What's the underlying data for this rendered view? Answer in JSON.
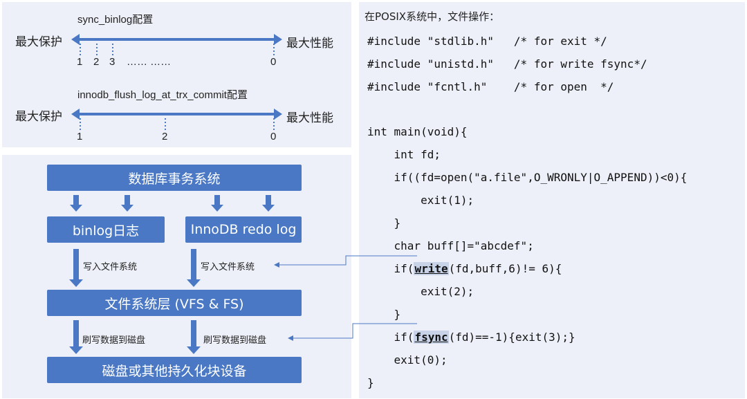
{
  "top": {
    "sync_label": "sync_binlog配置",
    "innodb_label": "innodb_flush_log_at_trx_commit配置",
    "left_label": "最大保护",
    "right_label": "最大性能",
    "sync_ticks": [
      "1",
      "2",
      "3",
      "…… ……",
      "0"
    ],
    "innodb_ticks": [
      "1",
      "2",
      "0"
    ]
  },
  "flow": {
    "db_system": "数据库事务系统",
    "binlog": "binlog日志",
    "redo": "InnoDB redo log",
    "write_fs_1": "写入文件系统",
    "write_fs_2": "写入文件系统",
    "fs_layer": "文件系统层 (VFS & FS)",
    "flush_1": "刷写数据到磁盘",
    "flush_2": "刷写数据到磁盘",
    "disk": "磁盘或其他持久化块设备"
  },
  "code": {
    "title": "在POSIX系统中，文件操作：",
    "inc1": "#include \"stdlib.h\"   /* for exit */",
    "inc2": "#include \"unistd.h\"   /* for write fsync*/",
    "inc3": "#include \"fcntl.h\"    /* for open  */",
    "main": "int main(void){",
    "fd": "    int fd;",
    "open": "    if((fd=open(\"a.file\",O_WRONLY|O_APPEND))<0){",
    "exit1": "        exit(1);",
    "close1": "    }",
    "buff": "    char buff[]=\"abcdef\";",
    "w_pre": "    if(",
    "w_kw": "write",
    "w_post": "(fd,buff,6)!= 6){",
    "exit2": "        exit(2);",
    "close2": "    }",
    "f_pre": "    if(",
    "f_kw": "fsync",
    "f_post": "(fd)==-1){exit(3);}",
    "exit0": "    exit(0);",
    "end": "}"
  }
}
